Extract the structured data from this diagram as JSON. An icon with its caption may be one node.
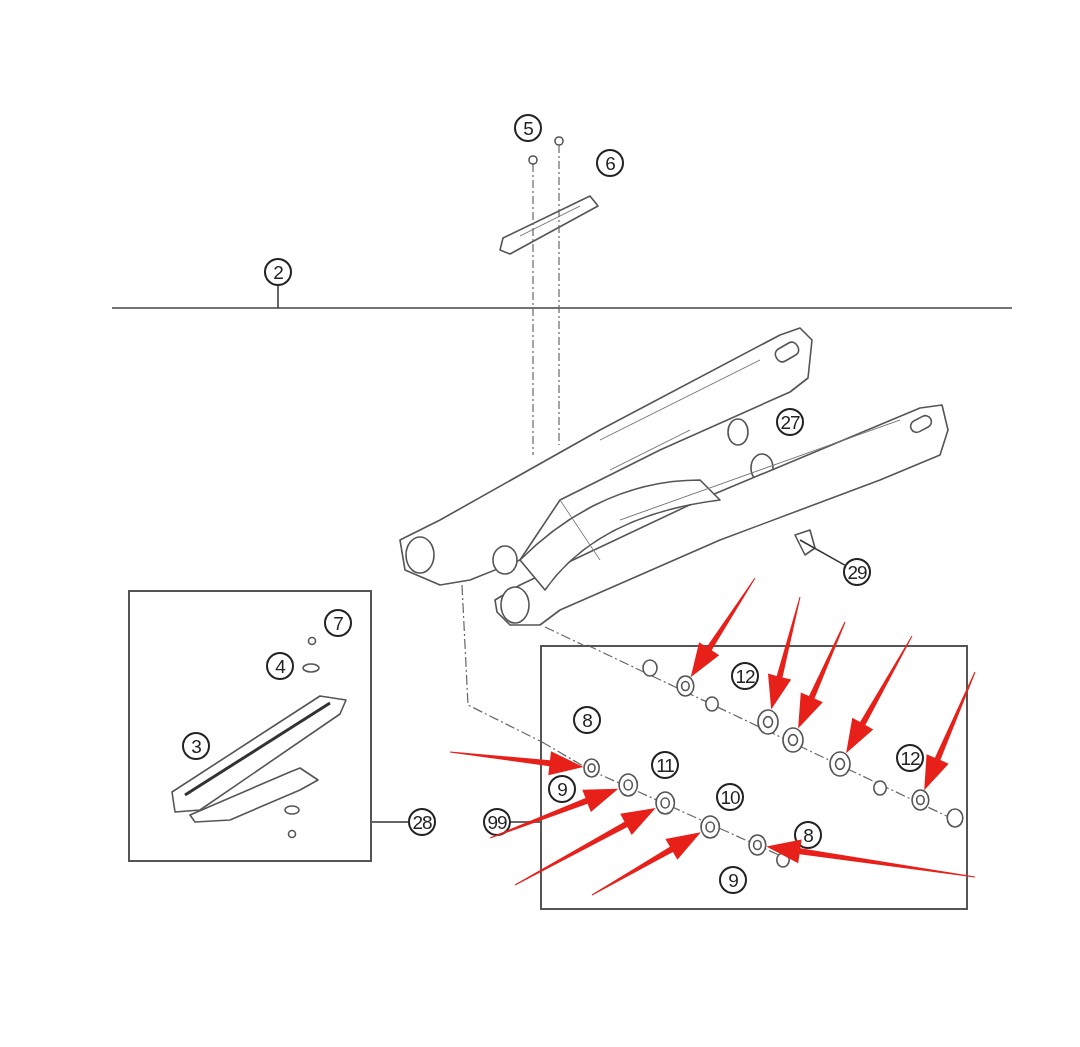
{
  "diagram": {
    "nodes": [
      {
        "text": [
          "5"
        ]
      },
      {
        "text": [
          "6"
        ]
      },
      {
        "text": [
          "2"
        ]
      },
      {
        "text": [
          "27"
        ]
      },
      {
        "text": [
          "29"
        ]
      },
      {
        "text": [],
        "shape": "box"
      },
      {
        "text": [
          "7"
        ],
        "in": 5
      },
      {
        "text": [
          "4"
        ],
        "in": 5
      },
      {
        "text": [
          "3"
        ],
        "in": 5
      },
      {
        "text": [],
        "shape": "box"
      },
      {
        "text": [
          "12"
        ],
        "in": 9
      },
      {
        "text": [
          "8"
        ],
        "in": 9
      },
      {
        "text": [
          "11"
        ],
        "in": 9
      },
      {
        "text": [
          "12"
        ],
        "in": 9
      },
      {
        "text": [
          "9"
        ],
        "in": 9
      },
      {
        "text": [
          "10"
        ],
        "in": 9
      },
      {
        "text": [
          "8"
        ],
        "in": 9
      },
      {
        "text": [
          "9"
        ],
        "in": 9
      },
      {
        "text": [],
        "shape": "picture",
        "in": 9
      },
      {
        "text": [],
        "shape": "picture",
        "in": 9
      },
      {
        "text": [],
        "shape": "picture",
        "in": 9
      },
      {
        "text": [],
        "shape": "picture",
        "in": 9
      },
      {
        "text": [],
        "shape": "picture",
        "in": 9
      },
      {
        "text": [],
        "shape": "picture",
        "in": 9
      },
      {
        "text": [],
        "shape": "picture",
        "in": 9
      },
      {
        "text": [],
        "shape": "picture",
        "in": 9
      },
      {
        "text": [],
        "shape": "picture",
        "in": 9
      },
      {
        "text": [],
        "shape": "picture",
        "in": 9
      },
      {
        "text": [
          "99"
        ]
      },
      {
        "text": [
          "28"
        ]
      },
      {
        "text": [],
        "shape": "picture"
      }
    ],
    "edges": [
      {
        "from": 2,
        "to": null,
        "arrow": "none"
      },
      {
        "from": 4,
        "to": 30,
        "arrow": "none"
      },
      {
        "from": 28,
        "to": 9,
        "arrow": "none"
      },
      {
        "from": 29,
        "to": 5,
        "arrow": "none"
      },
      {
        "from": null,
        "to": 18,
        "arrow": "to",
        "style": "thick",
        "color": "#e8201a"
      },
      {
        "from": null,
        "to": 19,
        "arrow": "to",
        "style": "thick",
        "color": "#e8201a"
      },
      {
        "from": null,
        "to": 20,
        "arrow": "to",
        "style": "thick",
        "color": "#e8201a"
      },
      {
        "from": null,
        "to": 21,
        "arrow": "to",
        "style": "thick",
        "color": "#e8201a"
      },
      {
        "from": null,
        "to": 22,
        "arrow": "to",
        "style": "thick",
        "color": "#e8201a"
      },
      {
        "from": null,
        "to": 23,
        "arrow": "to",
        "style": "thick",
        "color": "#e8201a"
      },
      {
        "from": null,
        "to": 24,
        "arrow": "to",
        "style": "thick",
        "color": "#e8201a"
      },
      {
        "from": null,
        "to": 25,
        "arrow": "to",
        "style": "thick",
        "color": "#e8201a"
      },
      {
        "from": null,
        "to": 26,
        "arrow": "to",
        "style": "thick",
        "color": "#e8201a"
      },
      {
        "from": null,
        "to": 27,
        "arrow": "to",
        "style": "thick",
        "color": "#e8201a"
      },
      {
        "from": 30,
        "to": 9,
        "arrow": "none",
        "style": "dashed"
      },
      {
        "from": 30,
        "to": 9,
        "arrow": "none",
        "style": "dashed"
      }
    ]
  }
}
